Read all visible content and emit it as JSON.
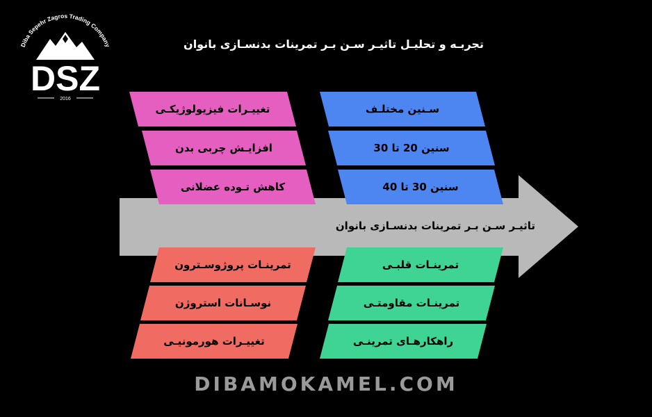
{
  "logo": {
    "arc_text": "Diba Sepehr Zagros Trading Company",
    "letters": "DSZ",
    "year": "2016"
  },
  "title": "تجربـه و تحلیـل تاثیـر سـن بـر تمرینات بدنسـازی بانوان",
  "spine_label": "تاثیـر سـن بـر تمرینات بدنسـازی بانوان",
  "top_left": [
    "تغییـرات فیزیولوژیکـی",
    "افزایـش چربی بدن",
    "کاهش تـوده عضلانی"
  ],
  "top_right": [
    "سـنین مختلـف",
    "سنین  20 تا  30",
    "سنین  30 تا  40"
  ],
  "bottom_left": [
    "تمرینـات پروژوسـترون",
    "نوسـانات استروژن",
    "تغییـرات هورمونیـی"
  ],
  "bottom_right": [
    "تمرینـات قلبـی",
    "تمرینـات مقاومتـی",
    "راهکارهـای تمرینـی"
  ],
  "colors": {
    "pink": "#e45fc0",
    "blue": "#4e86f1",
    "red": "#f06b61",
    "green": "#3fd493",
    "arrow": "#b9b9b9",
    "website": "#9a9a9a"
  },
  "website": "DIBAMOKAMEL.COM"
}
